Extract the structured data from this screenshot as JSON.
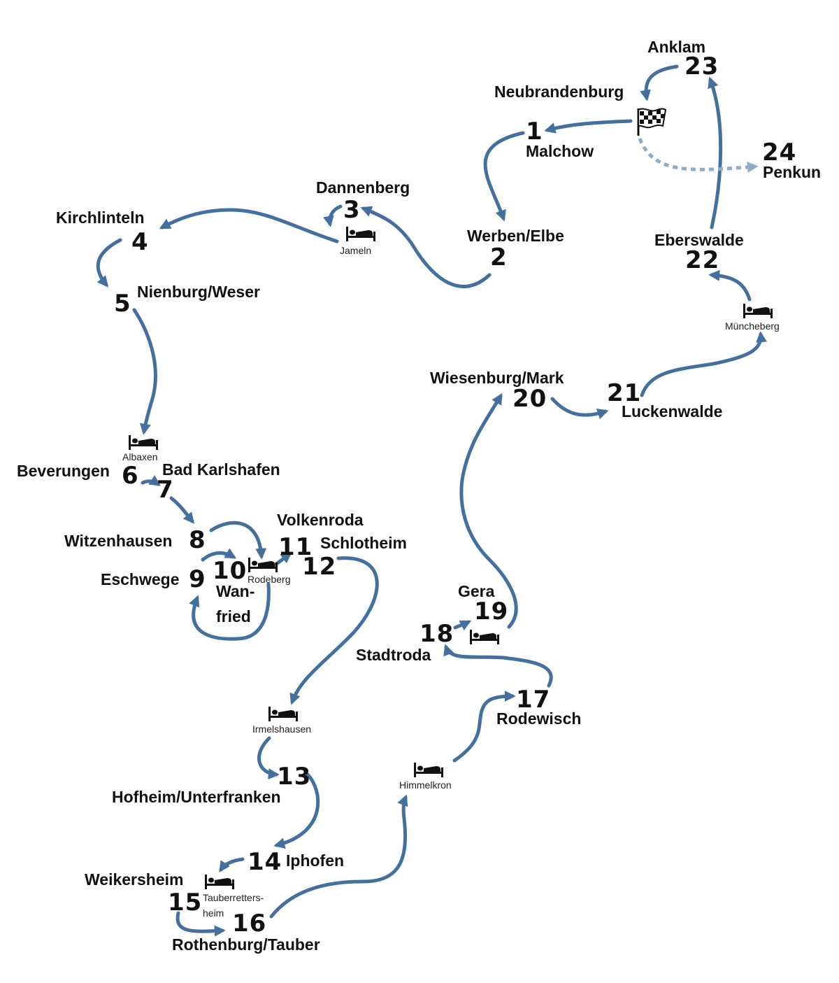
{
  "stages": [
    {
      "n": "1",
      "start": "Malchow"
    },
    {
      "n": "2",
      "start": "Werben/Elbe"
    },
    {
      "n": "3",
      "start": "Dannenberg"
    },
    {
      "n": "4",
      "start": "Kirchlinteln"
    },
    {
      "n": "5",
      "start": "Nienburg/Weser"
    },
    {
      "n": "6",
      "start": "Beverungen"
    },
    {
      "n": "7",
      "start": "Bad Karlshafen"
    },
    {
      "n": "8",
      "start": "Witzenhausen"
    },
    {
      "n": "9",
      "start": "Eschwege"
    },
    {
      "n": "10",
      "start": "Wan-",
      "start2": "fried"
    },
    {
      "n": "11",
      "start": "Volkenroda"
    },
    {
      "n": "12",
      "start": "Schlotheim"
    },
    {
      "n": "13",
      "start": "Hofheim/Unterfranken"
    },
    {
      "n": "14",
      "start": "Iphofen"
    },
    {
      "n": "15",
      "start": "Weikersheim"
    },
    {
      "n": "16",
      "start": "Rothenburg/Tauber"
    },
    {
      "n": "17",
      "start": "Rodewisch"
    },
    {
      "n": "18",
      "start": "Stadtroda"
    },
    {
      "n": "19",
      "start": "Gera"
    },
    {
      "n": "20",
      "start": "Wiesenburg/Mark"
    },
    {
      "n": "21",
      "start": "Luckenwalde"
    },
    {
      "n": "22",
      "start": "Eberswalde"
    },
    {
      "n": "23",
      "start": "Anklam"
    },
    {
      "n": "24",
      "start": "Penkun"
    }
  ],
  "finish": {
    "name": "Neubrandenburg",
    "icon": "checkered-flag-icon"
  },
  "overnight_stops": [
    "Jameln",
    "Albaxen",
    "Rodeberg",
    "Irmelshausen",
    "Tauberretters-",
    "heim",
    "Himmelkron",
    "Müncheberg"
  ],
  "colors": {
    "route": "#4470a0",
    "optional_route": "#8eabc8",
    "text": "#111111",
    "background": "#ffffff"
  }
}
